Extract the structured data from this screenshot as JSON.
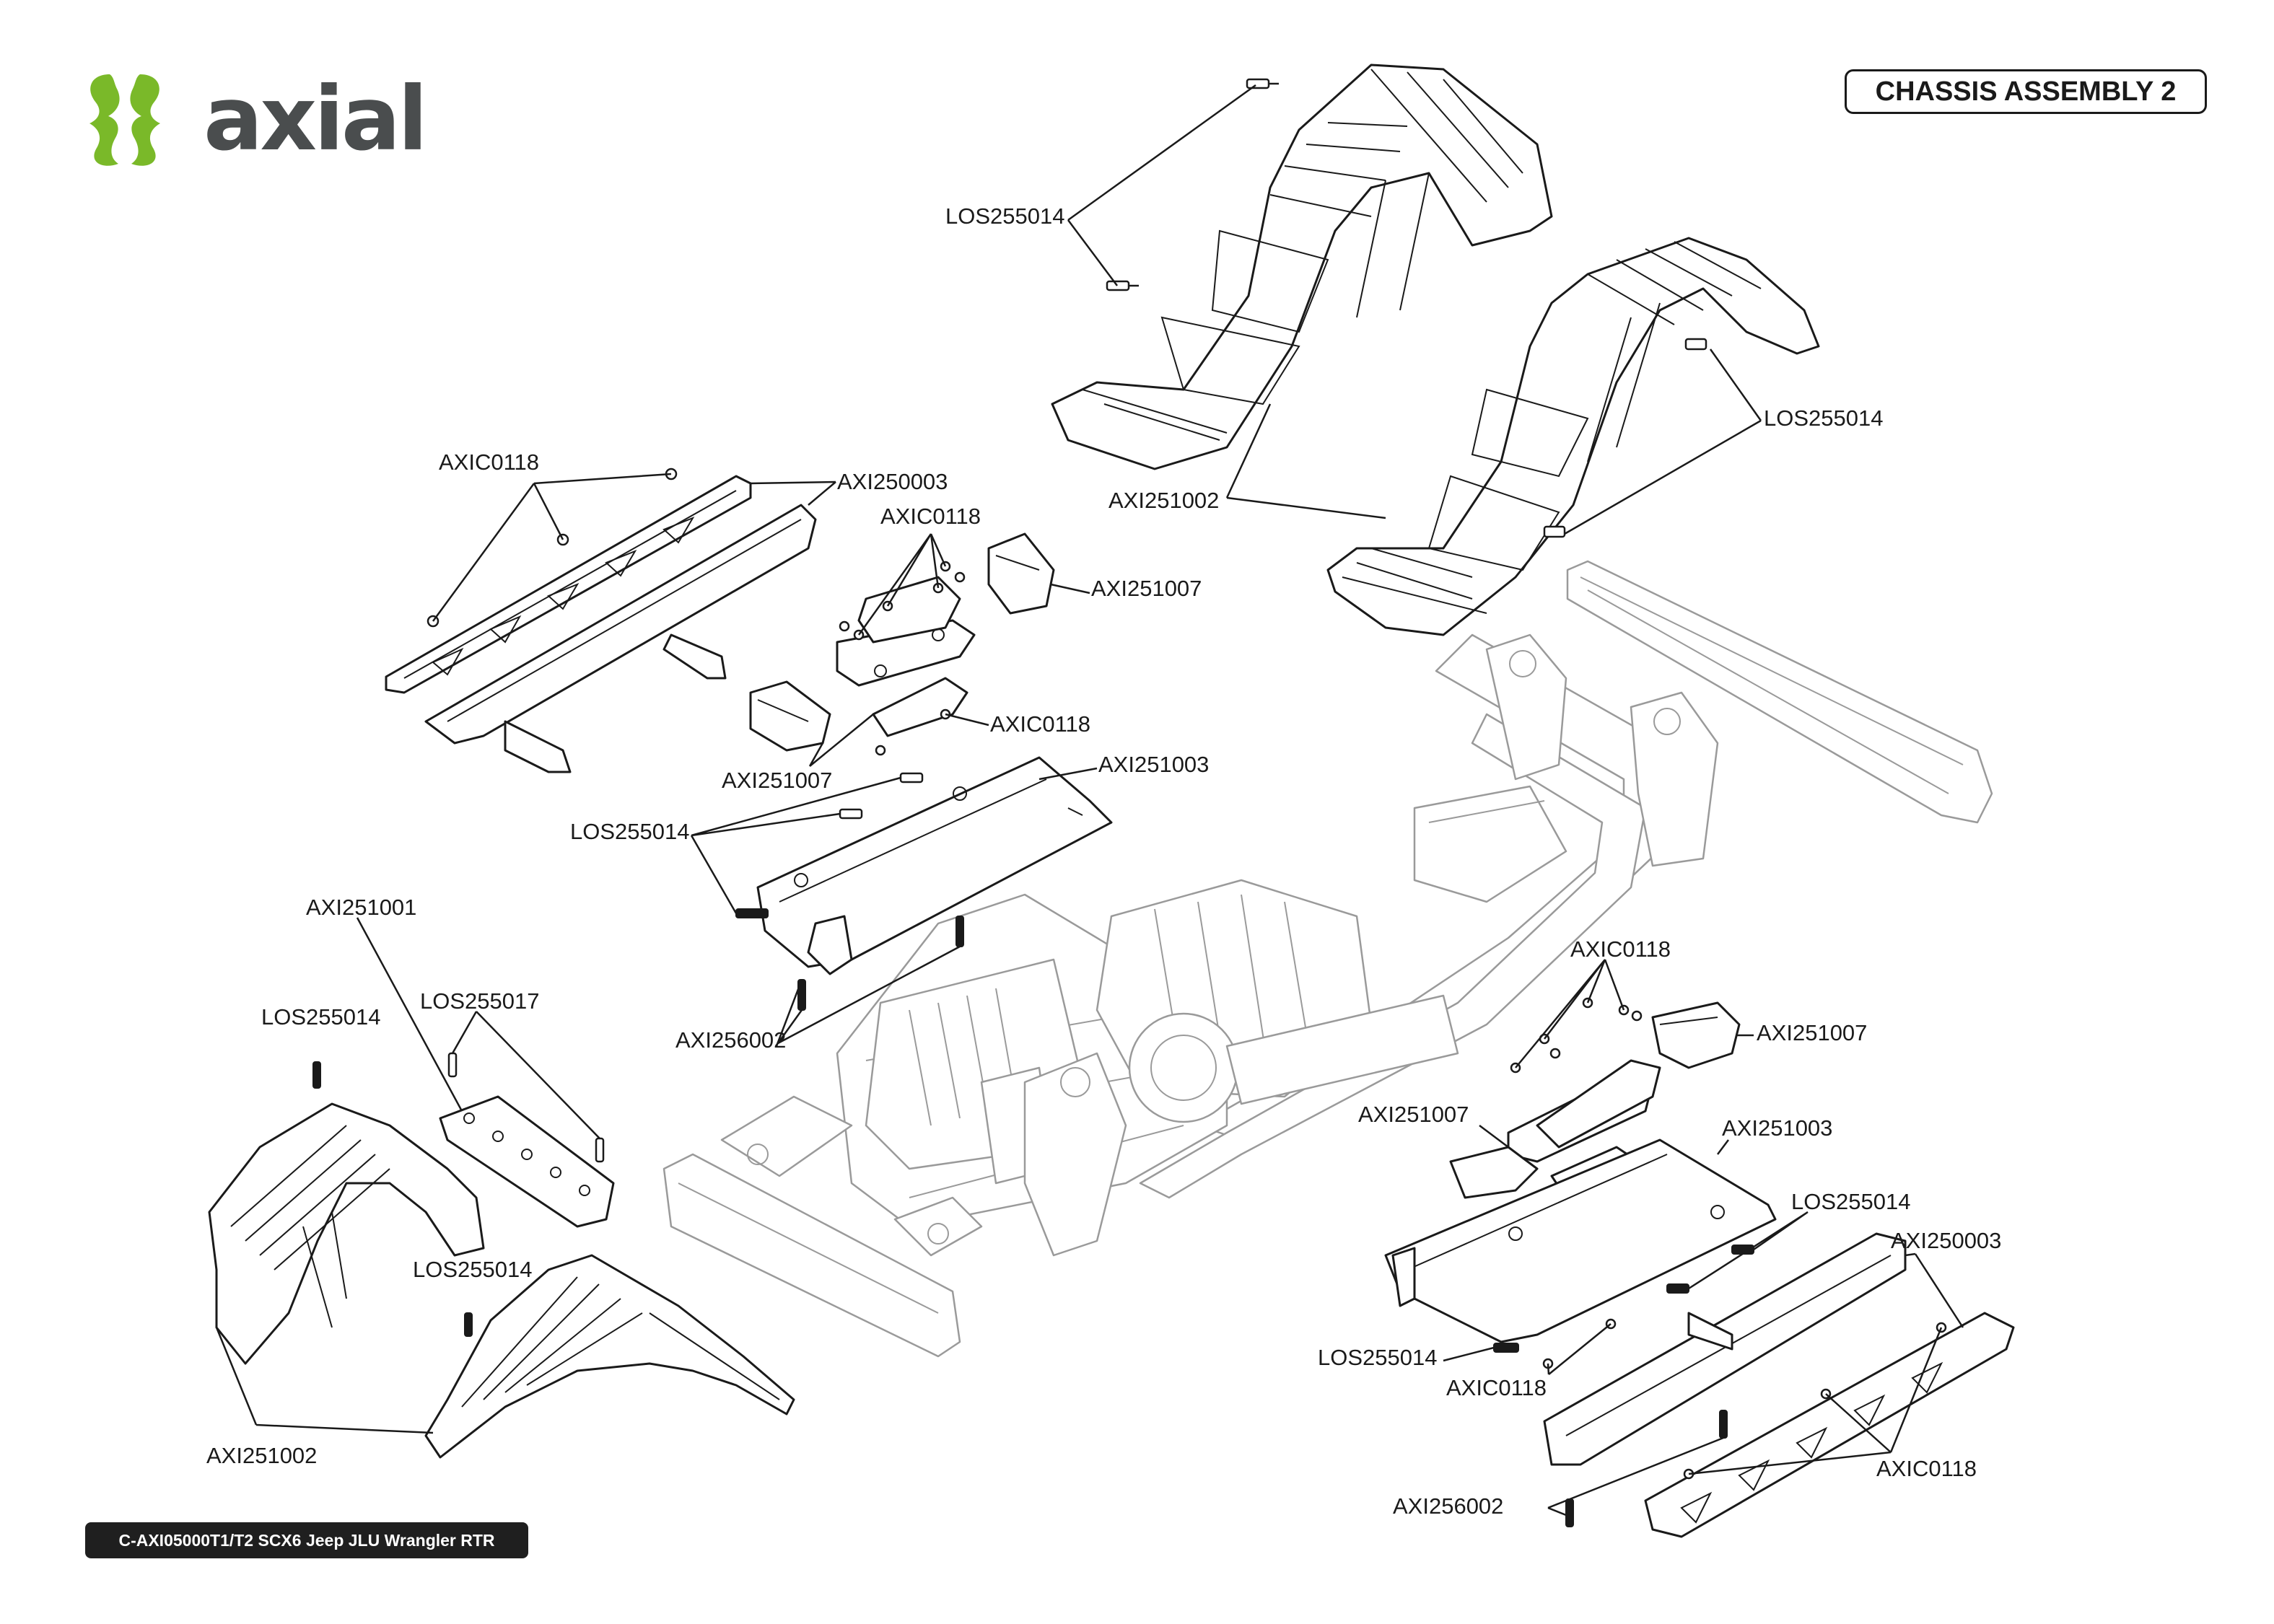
{
  "header": {
    "logo_text": "axial",
    "title": "CHASSIS ASSEMBLY 2"
  },
  "footer": {
    "model": "C-AXI05000T1/T2 SCX6 Jeep JLU Wrangler RTR"
  },
  "colors": {
    "brand_green": "#7ab929",
    "logo_gray": "#4a4d4e",
    "line": "#1a1a1a",
    "ghost_chassis": "#9a9a9a"
  },
  "callouts": {
    "los_top_left": "LOS255014",
    "los_top_right": "LOS255014",
    "axi251002_top": "AXI251002",
    "axic_left_rail": "AXIC0118",
    "axi250003_left": "AXI250003",
    "axic_mount_top": "AXIC0118",
    "axi251007_top": "AXI251007",
    "axic_mount_mid": "AXIC0118",
    "axi251007_left": "AXI251007",
    "axi251003_left": "AXI251003",
    "los_skid_left": "LOS255014",
    "axi251001": "AXI251001",
    "los_front_fender": "LOS255014",
    "los255017": "LOS255017",
    "axi256002_left": "AXI256002",
    "los_front_fender_mid": "LOS255014",
    "axi251002_bottom": "AXI251002",
    "axic_right_mount": "AXIC0118",
    "axi251007_right": "AXI251007",
    "axi251007_right_low": "AXI251007",
    "axi251003_right": "AXI251003",
    "los_right_slider": "LOS255014",
    "axi250003_right": "AXI250003",
    "los_right_low": "LOS255014",
    "axic_right_low": "AXIC0118",
    "axic_right_rail": "AXIC0118",
    "axi256002_right": "AXI256002"
  }
}
